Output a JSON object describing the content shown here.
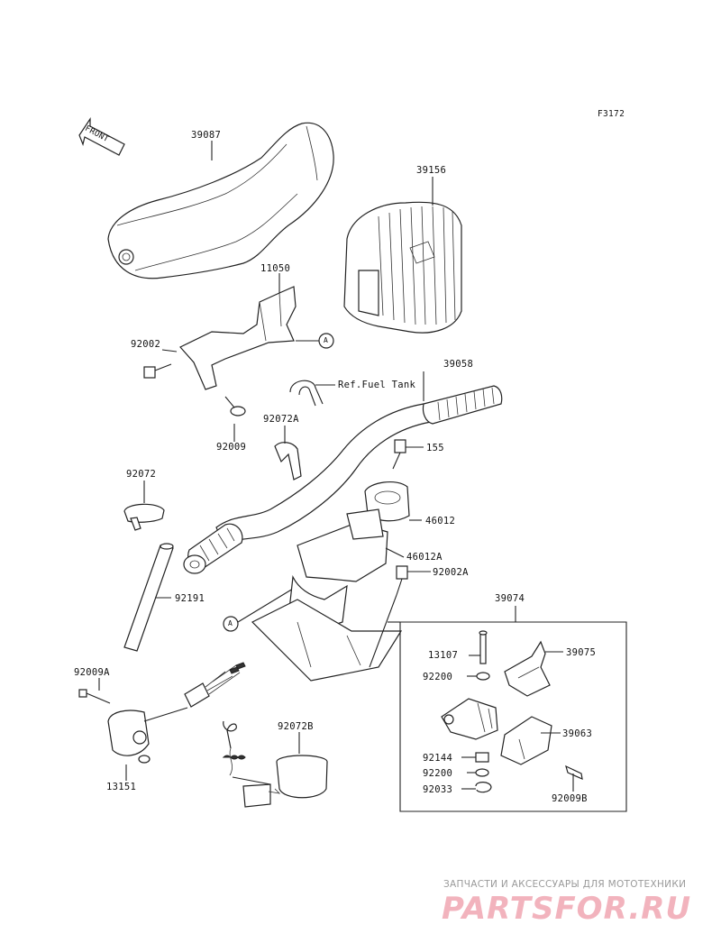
{
  "figure_code": "F3172",
  "front_label": "FRONT",
  "reference_note": "Ref.Fuel Tank",
  "callout_marker": "A",
  "part_labels": {
    "p39087": "39087",
    "p39156": "39156",
    "p11050": "11050",
    "p92002": "92002",
    "p39058": "39058",
    "p92009": "92009",
    "p92072A": "92072A",
    "p155": "155",
    "p92072": "92072",
    "p46012": "46012",
    "p46012A": "46012A",
    "p92002A": "92002A",
    "p92191": "92191",
    "p39074": "39074",
    "p13107": "13107",
    "p39075": "39075",
    "p92200a": "92200",
    "p39063": "39063",
    "p92009A": "92009A",
    "p92072B": "92072B",
    "p92144": "92144",
    "p92200b": "92200",
    "p92033": "92033",
    "p92009B": "92009B",
    "p13151": "13151"
  },
  "watermark": {
    "tagline": "ЗАПЧАСТИ И АКСЕССУАРЫ ДЛЯ МОТОТЕХНИКИ",
    "brand": "PARTSFOR.RU",
    "brand_color": "#f2b3bd"
  }
}
